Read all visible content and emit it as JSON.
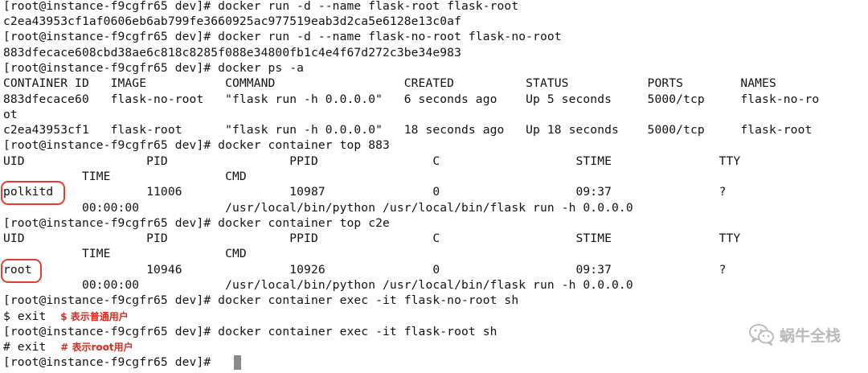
{
  "terminal": {
    "lines": [
      "[root@instance-f9cgfr65 dev]# docker run -d --name flask-root flask-root",
      "c2ea43953cf1af0606eb6ab799fe3660925ac977519eab3d2ca5e6128e13c0af",
      "[root@instance-f9cgfr65 dev]# docker run -d --name flask-no-root flask-no-root",
      "883dfecace608cbd38ae6c818c8285f088e34800fb1c4e4f67d272c3be34e983",
      "[root@instance-f9cgfr65 dev]# docker ps -a",
      "CONTAINER ID   IMAGE           COMMAND                  CREATED          STATUS           PORTS        NAMES",
      "883dfecace60   flask-no-root   \"flask run -h 0.0.0.0\"   6 seconds ago    Up 5 seconds     5000/tcp     flask-no-ro",
      "ot",
      "c2ea43953cf1   flask-root      \"flask run -h 0.0.0.0\"   18 seconds ago   Up 18 seconds    5000/tcp     flask-root",
      "[root@instance-f9cgfr65 dev]# docker container top 883",
      "UID                 PID                 PPID                C                   STIME               TTY",
      "           TIME                CMD",
      "polkitd             11006               10987               0                   09:37               ?",
      "           00:00:00            /usr/local/bin/python /usr/local/bin/flask run -h 0.0.0.0",
      "[root@instance-f9cgfr65 dev]# docker container top c2e",
      "UID                 PID                 PPID                C                   STIME               TTY",
      "           TIME                CMD",
      "root                10946               10926               0                   09:37               ?",
      "           00:00:00            /usr/local/bin/python /usr/local/bin/flask run -h 0.0.0.0",
      "[root@instance-f9cgfr65 dev]# docker container exec -it flask-no-root sh",
      "$ exit  ",
      "[root@instance-f9cgfr65 dev]# docker container exec -it flask-root sh",
      "# exit  ",
      "[root@instance-f9cgfr65 dev]# "
    ],
    "annotations": {
      "normal_user": "$ 表示普通用户",
      "root_user": "# 表示root用户"
    }
  },
  "watermark": {
    "text": "蜗牛全栈",
    "icon": "wechat-icon",
    "color": "#b9b9b9"
  },
  "colors": {
    "highlight": "#e0402d",
    "annotation": "#e02a1c",
    "cursor": "#8a8a8a"
  }
}
